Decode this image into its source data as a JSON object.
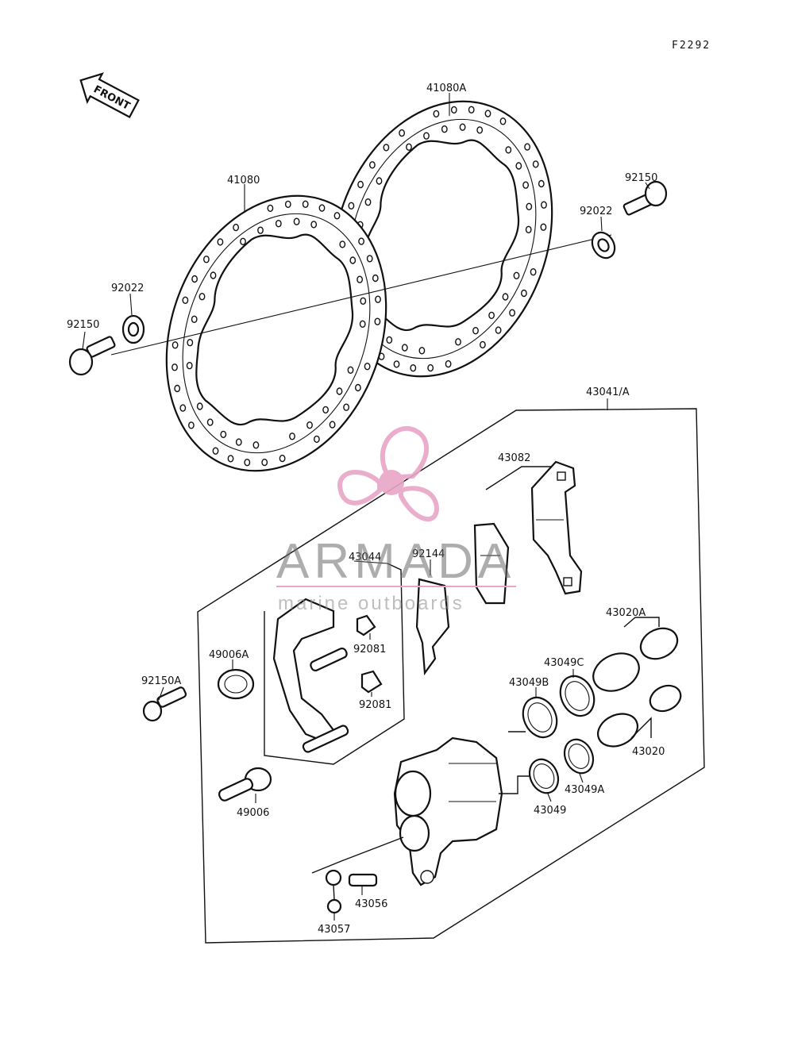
{
  "figure_code": "F2292",
  "direction_label": "FRONT",
  "watermark": {
    "brand": "ARMADA",
    "tagline": "marine outboards",
    "logo_color": "#e8a6c7"
  },
  "parts": {
    "disc_b": "41080A",
    "disc_a": "41080",
    "washer_left": "92022",
    "washer_right": "92022",
    "bolt_left": "92150",
    "bolt_right": "92150",
    "caliper_assembly": "43041/A",
    "pad_set": "43082",
    "bracket": "43044",
    "spring": "92144",
    "clip_upper": "92081",
    "clip_lower": "92081",
    "boot_a": "49006A",
    "boot": "49006",
    "bolt_caliper": "92150A",
    "piston_a": "43020A",
    "piston": "43020",
    "seal_c": "43049C",
    "seal_b": "43049B",
    "seal_a": "43049A",
    "seal": "43049",
    "bleeder": "43056",
    "cap": "43057"
  }
}
